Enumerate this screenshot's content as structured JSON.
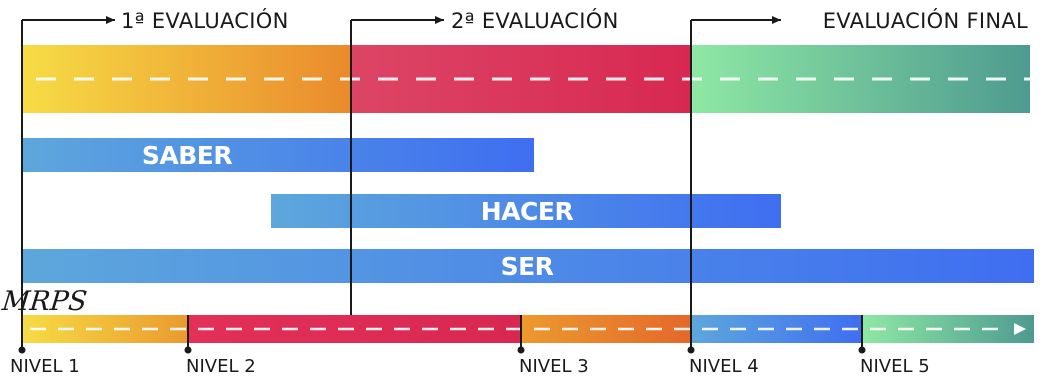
{
  "phases": [
    {
      "label": "1ª EVALUACIÓN"
    },
    {
      "label": "2ª EVALUACIÓN"
    },
    {
      "label": "EVALUACIÓN FINAL"
    }
  ],
  "bars": [
    {
      "label": "SABER"
    },
    {
      "label": "HACER"
    },
    {
      "label": "SER"
    }
  ],
  "brand": "MRPS",
  "levels": [
    {
      "label": "NIVEL 1"
    },
    {
      "label": "NIVEL 2"
    },
    {
      "label": "NIVEL 3"
    },
    {
      "label": "NIVEL 4"
    },
    {
      "label": "NIVEL 5"
    }
  ],
  "colors": {
    "yellow": "#f6dc45",
    "orange": "#ea8a2c",
    "crimson": "#d82852",
    "mint": "#8ee8a4",
    "teal": "#4e9a90",
    "blue_light": "#5da7dc",
    "blue": "#3f6ef1",
    "ink": "#1a1a1a"
  }
}
